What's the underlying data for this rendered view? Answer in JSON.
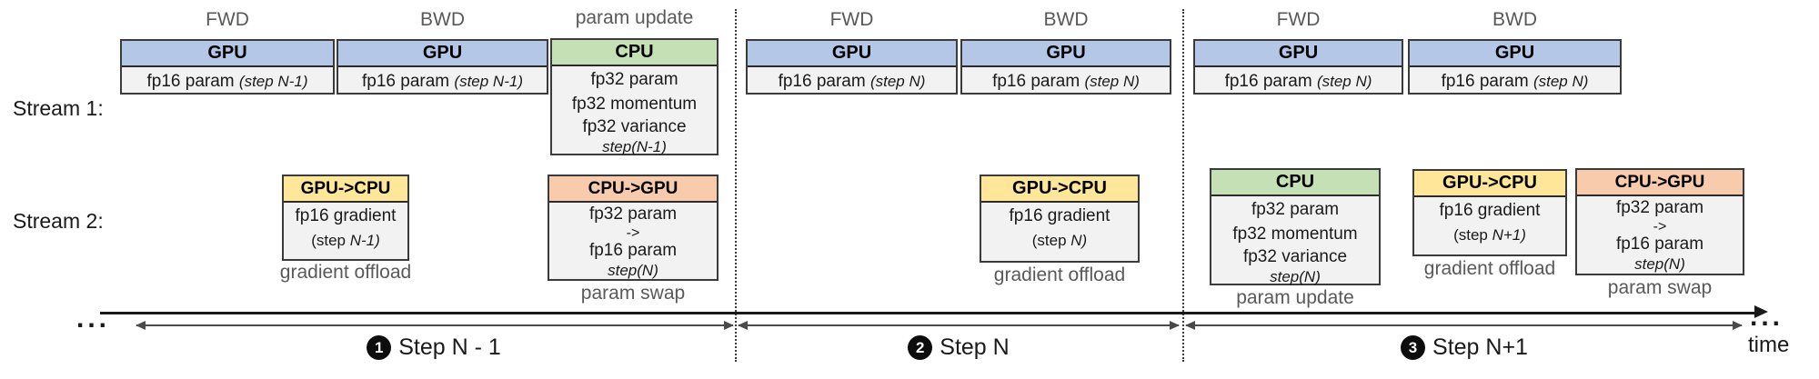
{
  "colors": {
    "gpu": "#b4c7e7",
    "cpu": "#c5e0b4",
    "gpu2cpu": "#ffe699",
    "cpu2gpu": "#f8cbad",
    "boxbody": "#f2f2f2",
    "caption": "#595959",
    "axis": "#1a1a1a",
    "arrow": "#4a4a4a"
  },
  "stream1_label": "Stream 1:",
  "stream2_label": "Stream 2:",
  "sections": [
    {
      "fwd_label": "FWD",
      "bwd_label": "BWD",
      "param_update_label": "param update",
      "fwd_box": {
        "header": "GPU",
        "param": "fp16 param",
        "note": "(step N-1)"
      },
      "bwd_box": {
        "header": "GPU",
        "param": "fp16 param",
        "note": "(step N-1)"
      },
      "cpu_box": {
        "header": "CPU",
        "line1": "fp32 param",
        "line2": "fp32 momentum",
        "line3": "fp32 variance",
        "step": "step(N-1)"
      },
      "offload_box": {
        "header": "GPU->CPU",
        "line1": "fp16 gradient",
        "note_pre": "(step ",
        "note_var": "N-1)",
        "caption": "gradient offload"
      },
      "swap_box": {
        "header": "CPU->GPU",
        "line1": "fp32 param",
        "line2": "->",
        "line3": "fp16 param",
        "step": "step(N)",
        "caption": "param swap"
      }
    },
    {
      "fwd_label": "FWD",
      "bwd_label": "BWD",
      "fwd_box": {
        "header": "GPU",
        "param": "fp16 param",
        "note": "(step N)"
      },
      "bwd_box": {
        "header": "GPU",
        "param": "fp16 param",
        "note": "(step N)"
      },
      "offload_box": {
        "header": "GPU->CPU",
        "line1": "fp16 gradient",
        "note_pre": "(step ",
        "note_var": "N)",
        "caption": "gradient offload"
      }
    },
    {
      "fwd_label": "FWD",
      "bwd_label": "BWD",
      "fwd_box": {
        "header": "GPU",
        "param": "fp16 param",
        "note": "(step N)"
      },
      "bwd_box": {
        "header": "GPU",
        "param": "fp16 param",
        "note": "(step N)"
      },
      "cpu_box": {
        "header": "CPU",
        "line1": "fp32 param",
        "line2": "fp32 momentum",
        "line3": "fp32 variance",
        "step": "step(N)",
        "caption": "param update"
      },
      "offload_box": {
        "header": "GPU->CPU",
        "line1": "fp16 gradient",
        "note_pre": "(step ",
        "note_var": "N+1)",
        "caption": "gradient offload"
      },
      "swap_box": {
        "header": "CPU->GPU",
        "line1": "fp32 param",
        "line2": "->",
        "line3": "fp16 param",
        "step": "step(N)",
        "caption": "param swap"
      }
    }
  ],
  "timeline": {
    "steps": [
      {
        "badge": "1",
        "label": "Step N - 1"
      },
      {
        "badge": "2",
        "label": "Step N"
      },
      {
        "badge": "3",
        "label": "Step N+1"
      }
    ],
    "ellipsis_left": "...",
    "ellipsis_right": "...",
    "time_label": "time"
  }
}
